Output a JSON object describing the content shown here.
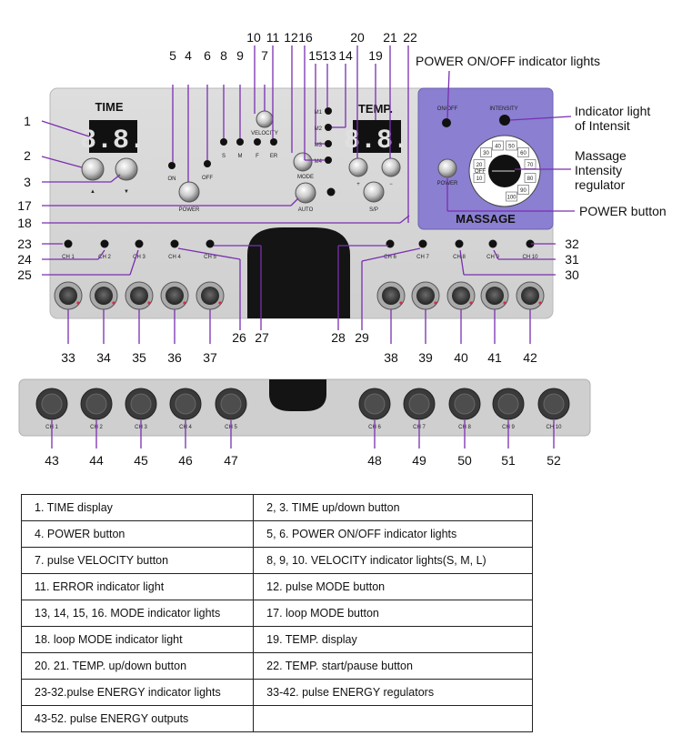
{
  "panel_labels": {
    "time": "TIME",
    "temp": "TEMP.",
    "on": "ON",
    "off": "OFF",
    "power": "POWER",
    "s": "S",
    "m": "M",
    "f": "F",
    "er": "ER",
    "velocity": "VELOCITY",
    "mode": "MODE",
    "auto": "AUTO",
    "sp": "S/P",
    "m1": "M1",
    "m2": "M2",
    "m3": "M3",
    "m4": "M4",
    "plus": "+",
    "minus": "−",
    "up": "▲",
    "down": "▼",
    "time_display": "8.8.",
    "temp_display": "8.8."
  },
  "massage_panel": {
    "title": "MASSAGE",
    "onoff": "ON/OFF",
    "intensity": "INTENSITY",
    "power": "POWER",
    "dial_numbers": [
      "10",
      "20",
      "30",
      "40",
      "50",
      "60",
      "70",
      "80",
      "90",
      "100"
    ],
    "dial_off": "OFF"
  },
  "channels": [
    "CH 1",
    "CH 2",
    "CH 3",
    "CH 4",
    "CH 5",
    "CH 6",
    "CH 7",
    "CH 8",
    "CH 9",
    "CH 10"
  ],
  "annotations": {
    "power_lights": "POWER ON/OFF indicator lights",
    "intensity_light_1": "Indicator light",
    "intensity_light_2": "of Intensit",
    "regulator_1": "Massage",
    "regulator_2": "Intensity",
    "regulator_3": "regulator",
    "power_button": "POWER button"
  },
  "callouts": {
    "top": [
      "10",
      "11",
      "12",
      "16",
      "20",
      "21",
      "22",
      "5",
      "4",
      "6",
      "8",
      "9",
      "7",
      "15",
      "13",
      "14",
      "19"
    ],
    "left": [
      "1",
      "2",
      "3",
      "17",
      "18",
      "23",
      "24",
      "25"
    ],
    "right": [
      "32",
      "31",
      "30"
    ],
    "middle": [
      "26",
      "27",
      "28",
      "29"
    ],
    "regulators": [
      "33",
      "34",
      "35",
      "36",
      "37",
      "38",
      "39",
      "40",
      "41",
      "42"
    ],
    "outputs": [
      "43",
      "44",
      "45",
      "46",
      "47",
      "48",
      "49",
      "50",
      "51",
      "52"
    ]
  },
  "legend": [
    [
      "1. TIME display",
      "2, 3. TIME  up/down button"
    ],
    [
      "4. POWER button",
      "5, 6.  POWER ON/OFF indicator lights"
    ],
    [
      "7. pulse VELOCITY button",
      "8, 9, 10. VELOCITY indicator lights(S, M, L)"
    ],
    [
      "11. ERROR indicator light",
      "12. pulse MODE button"
    ],
    [
      "13, 14, 15, 16. MODE indicator lights",
      "17. loop MODE button"
    ],
    [
      "18. loop MODE indicator light",
      "19. TEMP.  display"
    ],
    [
      "20. 21. TEMP.  up/down button",
      "22. TEMP.  start/pause button"
    ],
    [
      "23-32.pulse ENERGY indicator lights",
      "33-42. pulse ENERGY regulators"
    ],
    [
      "43-52. pulse ENERGY outputs",
      ""
    ]
  ]
}
